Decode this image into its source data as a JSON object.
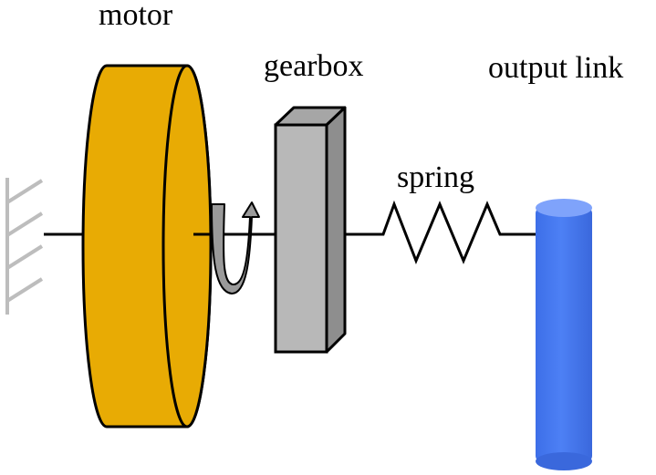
{
  "labels": {
    "motor": "motor",
    "gearbox": "gearbox",
    "output_link": "output link",
    "spring": "spring"
  },
  "colors": {
    "motor_fill": "#E8AB04",
    "gearbox_front": "#B8B8B8",
    "gearbox_side": "#8E8E8E",
    "output_link": "#4A7CF2",
    "ground": "#BDBDBD",
    "shaft": "#000000",
    "rotation_arrow": "#9A9A9A"
  },
  "icons": {
    "ground": "ground-hatch-icon",
    "rotation": "rotation-arrow-icon"
  }
}
